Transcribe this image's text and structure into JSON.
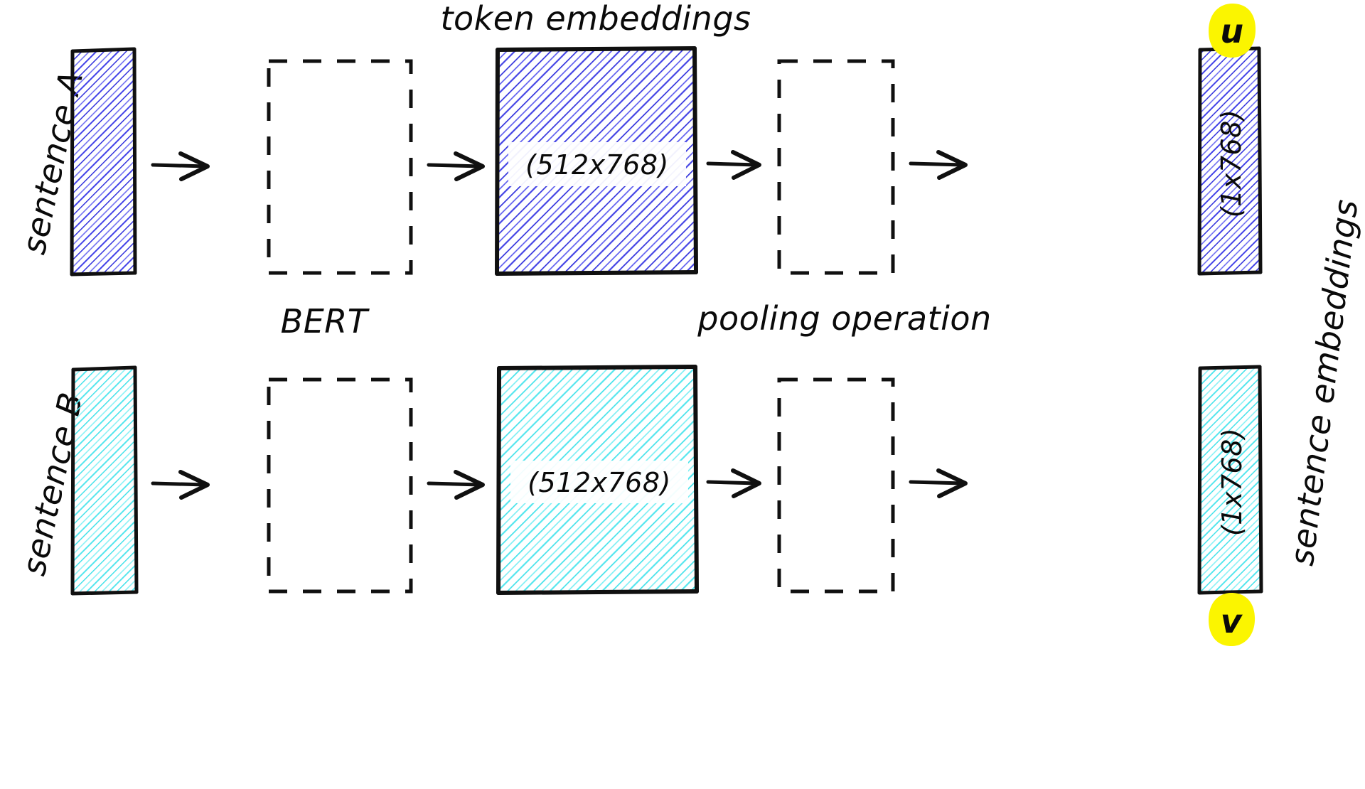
{
  "diagram": {
    "title_hidden": "",
    "colors": {
      "sentence_a_hatch": "#3333DD",
      "sentence_b_hatch": "#45E2EA",
      "stroke": "#101010",
      "badge_highlight": "#FBF500",
      "background": "#FFFFFF"
    },
    "labels": {
      "token_embeddings": "token embeddings",
      "bert": "BERT",
      "pooling_operation": "pooling operation",
      "sentence_embeddings": "sentence embeddings",
      "sentence_a": "sentence A",
      "sentence_b": "sentence B"
    },
    "badges": {
      "u": "u",
      "v": "v"
    },
    "rows": [
      {
        "id": "row-a",
        "label": "sentence A",
        "hatch_color": "#3333DD",
        "input_bar": {
          "text": ""
        },
        "bert_box": {
          "text": ""
        },
        "token_embeddings_box": {
          "text": "(512x768)"
        },
        "pooling_box": {
          "text": ""
        },
        "sentence_embedding_bar": {
          "text": "(1x768)"
        },
        "badge": "u"
      },
      {
        "id": "row-b",
        "label": "sentence B",
        "hatch_color": "#45E2EA",
        "input_bar": {
          "text": ""
        },
        "bert_box": {
          "text": ""
        },
        "token_embeddings_box": {
          "text": "(512x768)"
        },
        "pooling_box": {
          "text": ""
        },
        "sentence_embedding_bar": {
          "text": "(1x768)"
        },
        "badge": "v"
      }
    ]
  }
}
